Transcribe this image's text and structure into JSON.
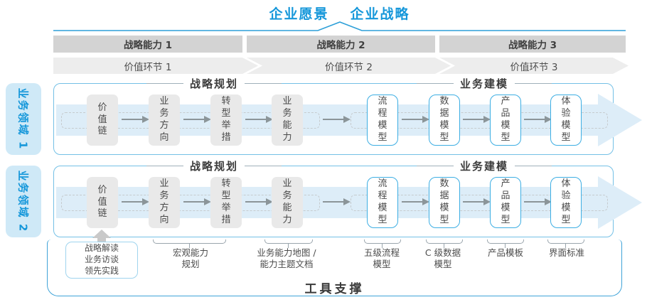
{
  "title": {
    "vision": "企业愿景",
    "strategy": "企业战略"
  },
  "strategy_capabilities": [
    "战略能力 1",
    "战略能力 2",
    "战略能力 3"
  ],
  "value_links": [
    "价值环节 1",
    "价值环节 2",
    "价值环节 3"
  ],
  "domains": [
    {
      "label": "业务领域 1",
      "planning_header": "战略规划",
      "modeling_header": "业务建模",
      "boxes": [
        "价值链",
        "业务方向",
        "转型举措",
        "业务能力",
        "流程模型",
        "数据模型",
        "产品模型",
        "体验模型"
      ]
    },
    {
      "label": "业务领域 2",
      "planning_header": "战略规划",
      "modeling_header": "业务建模",
      "boxes": [
        "价值链",
        "业务方向",
        "转型举措",
        "业务能力",
        "流程模型",
        "数据模型",
        "产品模型",
        "体验模型"
      ]
    }
  ],
  "annotations": {
    "practice": [
      "战略解读",
      "业务访谈",
      "领先实践"
    ],
    "items": [
      {
        "line1": "宏观能力",
        "line2": "规划"
      },
      {
        "line1": "业务能力地图 /",
        "line2": "能力主题文档"
      },
      {
        "line1": "五级流程",
        "line2": "模型"
      },
      {
        "line1": "C 级数据",
        "line2": "模型"
      },
      {
        "line1": "产品模板"
      },
      {
        "line1": "界面标准"
      }
    ]
  },
  "footer": {
    "label": "工具支撑"
  },
  "colors": {
    "accent_blue": "#1597da",
    "container_border": "#74c0e6",
    "band_fill": "#ddedf8",
    "bar_gray": "#d3d3d3",
    "box_gray": "#e9e9e9",
    "box_border_blue": "#3daee3"
  }
}
